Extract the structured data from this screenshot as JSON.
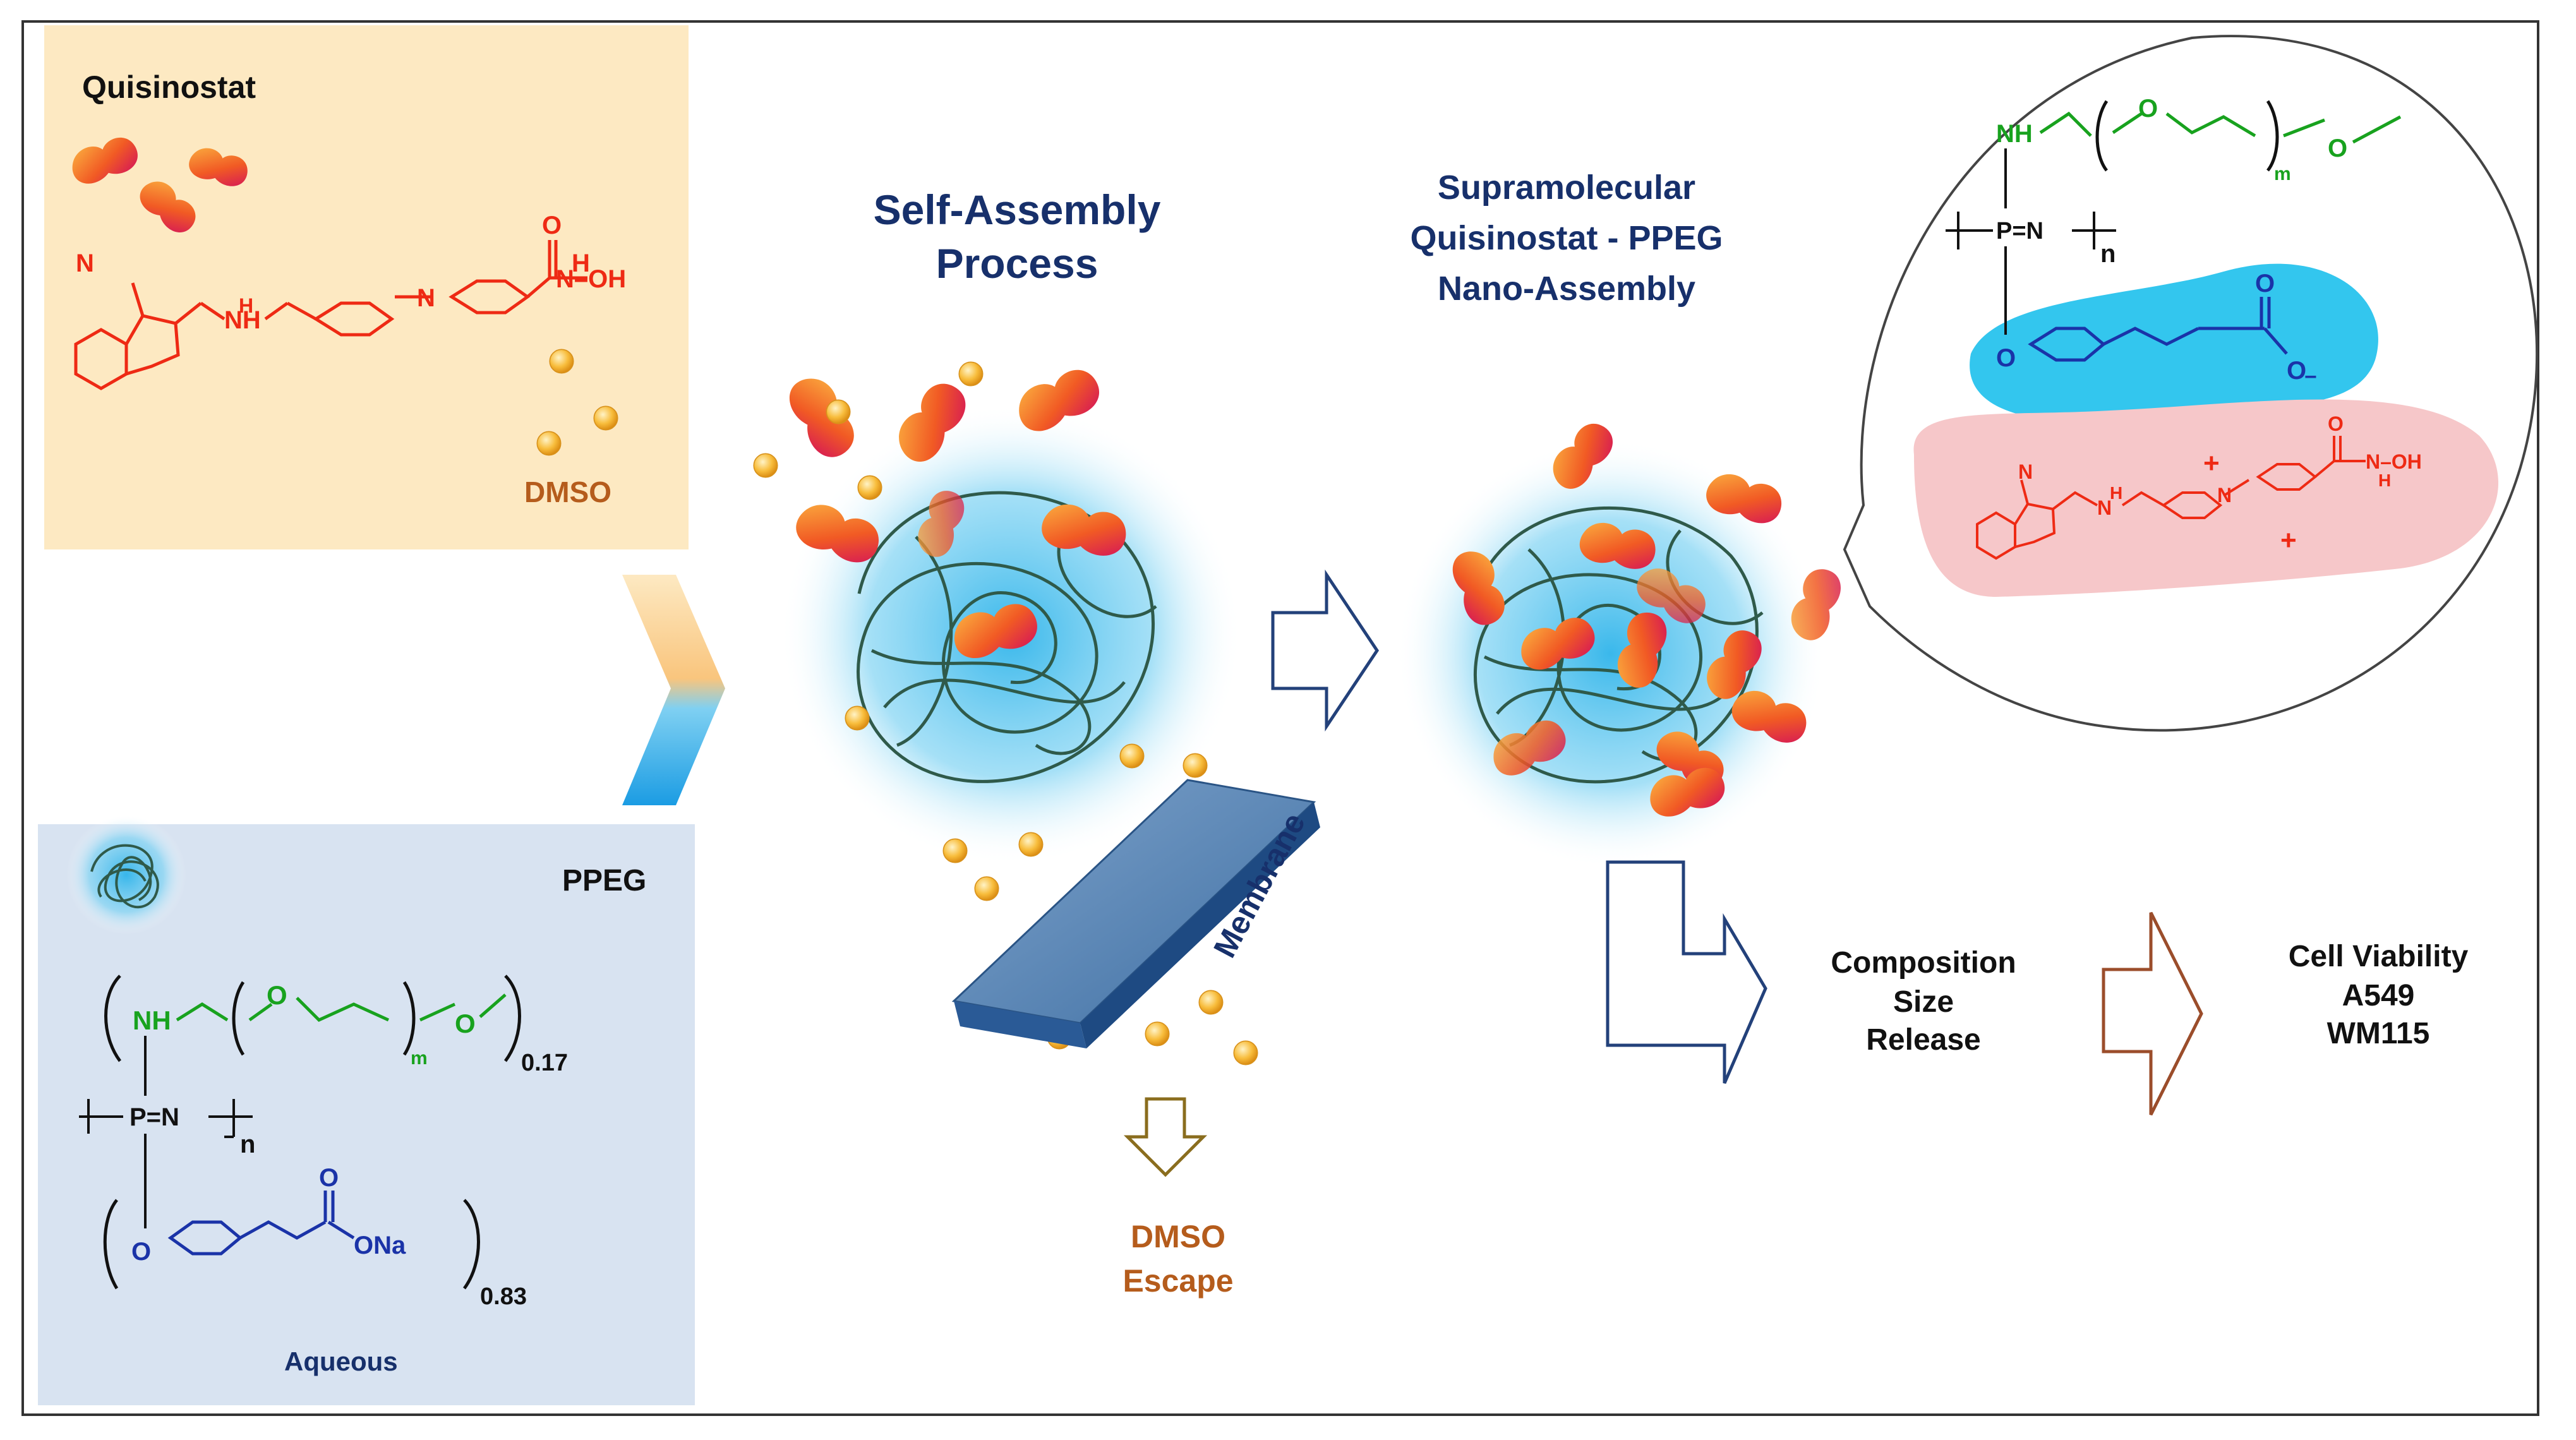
{
  "colors": {
    "frame": "#333333",
    "quisinostat_panel": "#fde9c2",
    "ppeg_panel": "#d8e3f1",
    "quisinostat": "#ee2a14",
    "peg_green": "#18a21e",
    "carboxylate_blue": "#1a33a8",
    "title_navy": "#17306b",
    "dmso_brown": "#b55c1c",
    "flow_arrow": "#23417a",
    "cell_arrow": "#9b4d2b",
    "cyan_region": "#33c6ee",
    "pink_region": "#f6c7c9",
    "polymer_strand": "#2f5a4a"
  },
  "panels": {
    "quisinostat": {
      "title": "Quisinostat",
      "solvent": "DMSO"
    },
    "ppeg": {
      "title": "PPEG",
      "solvent": "Aqueous"
    }
  },
  "process": {
    "line1": "Self-Assembly",
    "line2": "Process"
  },
  "membrane": {
    "label": "Membrane"
  },
  "dmso_escape": {
    "line1": "DMSO",
    "line2": "Escape"
  },
  "product": {
    "line1": "Supramolecular",
    "line2": "Quisinostat - PPEG",
    "line3": "Nano-Assembly"
  },
  "characterization": {
    "items": [
      "Composition",
      "Size",
      "Release"
    ]
  },
  "cell_viability": {
    "items": [
      "Cell Viability",
      "A549",
      "WM115"
    ]
  },
  "chem": {
    "nh": "NH",
    "o": "O",
    "m": "m",
    "n": "n",
    "pn": "P=N",
    "ona": "ONa",
    "frac_peg": "0.17",
    "frac_acid": "0.83",
    "oh": "OH",
    "h": "H",
    "n_atom": "N",
    "nh_atom": "NH",
    "o_minus": "O",
    "minus": "−",
    "plus": "+",
    "hydroxamic": "N–OH"
  }
}
